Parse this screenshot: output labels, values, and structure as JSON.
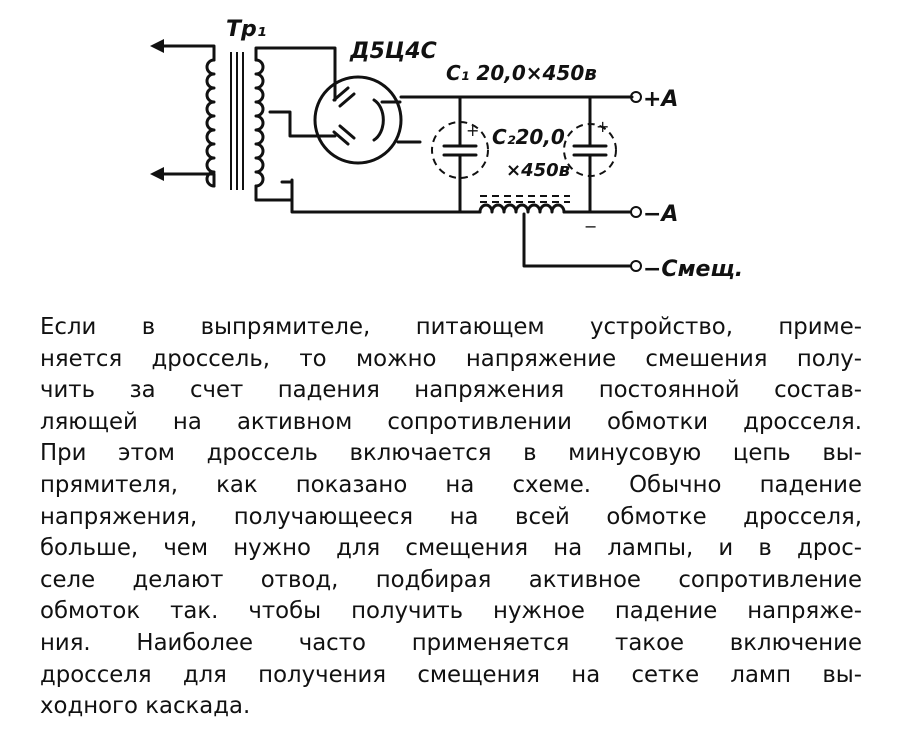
{
  "schematic": {
    "transformer_label": "Tp₁",
    "tube_label": "Д5Ц4С",
    "c1_label": "C₁ 20,0×450в",
    "c2_label_value": "C₂20,0",
    "c2_label_voltage": "×450в",
    "plus_terminal_label": "+A",
    "minus_terminal_label": "−A",
    "bias_terminal_label": "−Смещ.",
    "polarity_plus": "+",
    "polarity_minus": "−"
  },
  "paragraph": {
    "lines": [
      "Если в выпрямителе, питающем устройство, приме-",
      "няется дроссель, то можно напряжение смешения полу-",
      "чить за счет падения напряжения постоянной состав-",
      "ляющей на активном сопротивлении обмотки дросселя.",
      "При этом дроссель включается в минусовую цепь вы-",
      "прямителя, как показано на схеме. Обычно падение",
      "напряжения, получающееся на всей обмотке дросселя,",
      "больше, чем нужно для смещения на лампы, и в дрос-",
      "селе делают отвод, подбирая активное сопротивление",
      "обмоток так. чтобы получить нужное падение напряже-",
      "ния. Наиболее часто применяется такое включение",
      "дросселя для получения смещения на сетке ламп вы-",
      "ходного каскада."
    ]
  }
}
